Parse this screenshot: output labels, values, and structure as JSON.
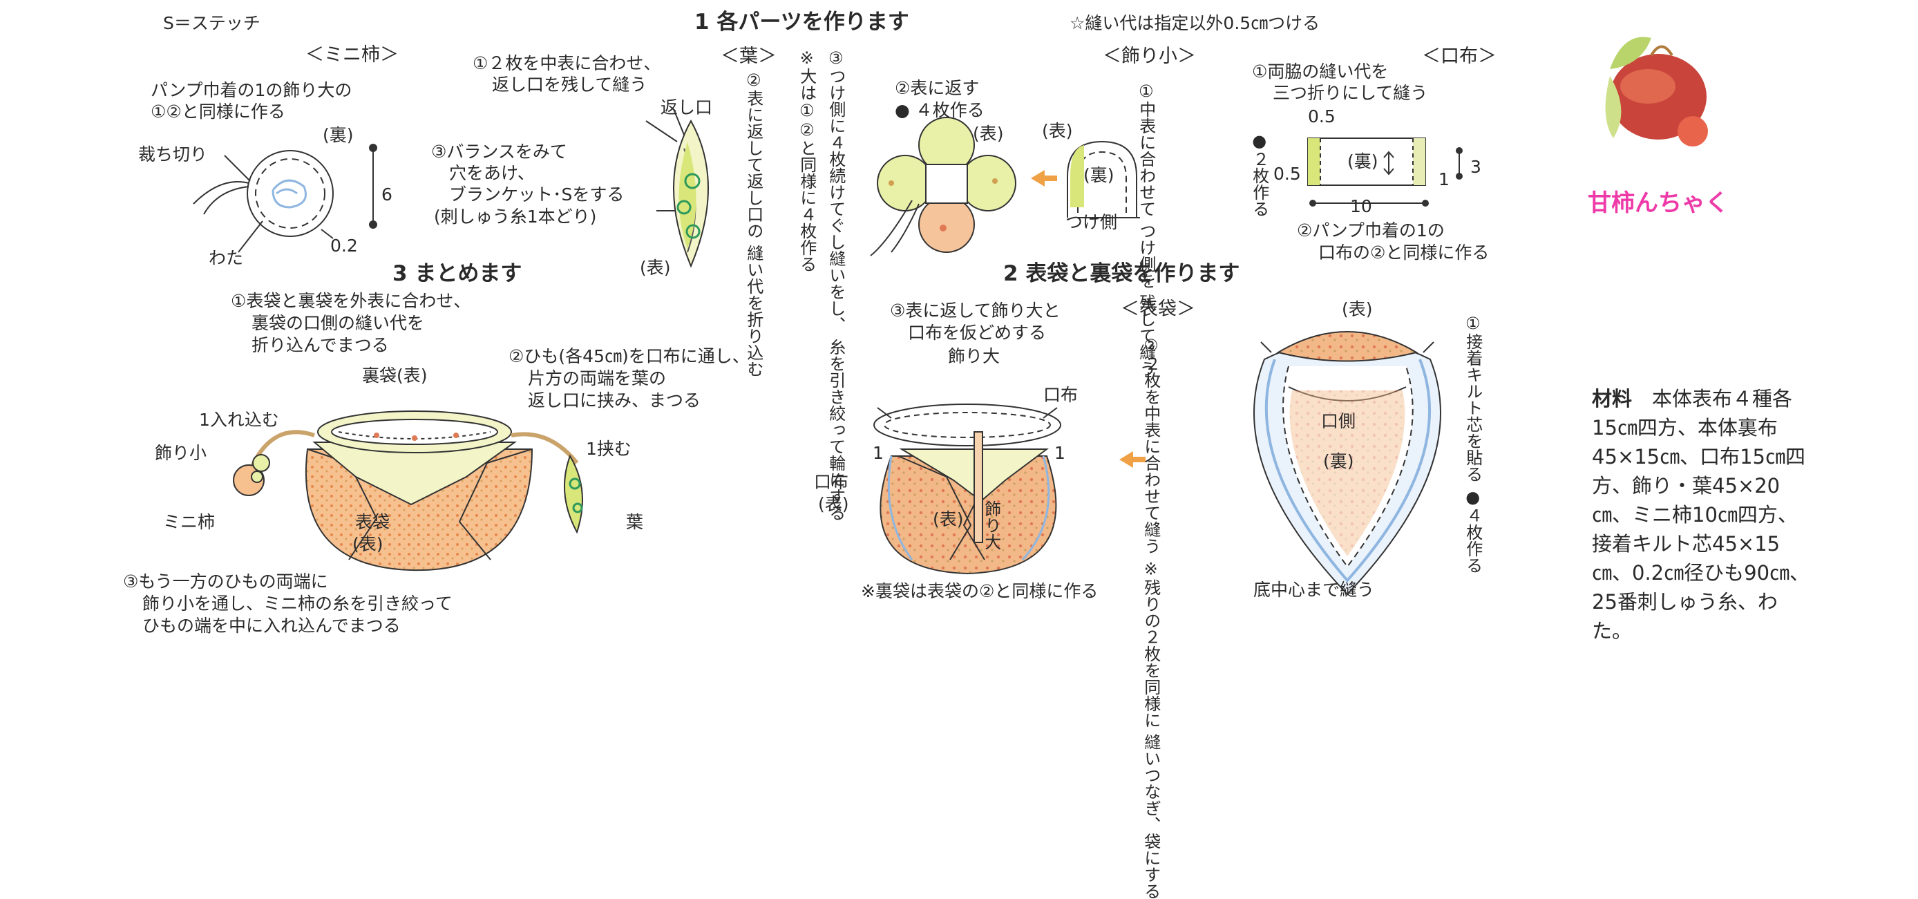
{
  "legend": {
    "stitch": "S＝ステッチ",
    "seam": "☆縫い代は指定以外0.5㎝つける"
  },
  "section1": {
    "title": "1 各パーツを作ります"
  },
  "minikaki": {
    "title": "＜ミニ柿＞",
    "note": [
      "パンプ巾着の1の飾り大の",
      "①②と同様に作る"
    ],
    "cut": "裁ち切り",
    "ura": "(裏)",
    "wata": "わた",
    "dim6": "6",
    "dim02": "0.2"
  },
  "ha": {
    "title": "＜葉＞",
    "step1": [
      "①２枚を中表に合わせ、",
      "返し口を残して縫う"
    ],
    "kaeshiguchi": "返し口",
    "step3": [
      "③バランスをみて",
      "穴をあけ、",
      "ブランケット･Sをする",
      "(刺しゅう糸1本どり)"
    ],
    "omote": "(表)",
    "step2_v": [
      "②表に返して返し口の",
      "縫い代を折り込む"
    ]
  },
  "decor_large": {
    "step3_v": [
      "③つけ側に４枚続けてぐし縫いをし、",
      "糸を引き絞って輪にする"
    ],
    "note_v": [
      "※大は①②と同様に４枚作る"
    ],
    "step2": [
      "②表に返す",
      "● ４枚作る"
    ],
    "omote": "(表)"
  },
  "decor_small": {
    "title": "＜飾り小＞",
    "step1_v": [
      "①中表に合わせて",
      "つけ側を",
      "残して縫う"
    ],
    "omote": "(表)",
    "ura": "(裏)",
    "tsukegawa": "つけ側"
  },
  "kuchinuno": {
    "title": "＜口布＞",
    "step1": [
      "①両脇の縫い代を",
      "三つ折りにして縫う"
    ],
    "made_v": "●２枚作る",
    "dim05a": "0.5",
    "dim05b": "0.5",
    "ura": "(裏)",
    "dim1": "1",
    "dim3": "3",
    "dim10": "10",
    "step2": [
      "②パンプ巾着の1の",
      "口布の②と同様に作る"
    ]
  },
  "product": {
    "title": "甘柿んちゃく"
  },
  "section3": {
    "title": "3 まとめます",
    "step1": [
      "①表袋と裏袋を外表に合わせ、",
      "裏袋の口側の縫い代を",
      "折り込んでまつる"
    ],
    "step2": [
      "②ひも(各45㎝)を口布に通し、",
      "片方の両端を葉の",
      "返し口に挟み、まつる"
    ],
    "urabukuro": "裏袋(表)",
    "ireko": "1入れ込む",
    "decor_small": "飾り小",
    "minikaki": "ミニ柿",
    "hasamu": "1挟む",
    "ha": "葉",
    "omotebukuro": [
      "表袋",
      "(表)"
    ],
    "step3": [
      "③もう一方のひもの両端に",
      "飾り小を通し、ミニ柿の糸を引き絞って",
      "ひもの端を中に入れ込んでまつる"
    ]
  },
  "section2": {
    "title": "2 表袋と裏袋を作ります",
    "omotebukuro_title": "＜表袋＞",
    "step3": [
      "③表に返して飾り大と",
      "口布を仮どめする"
    ],
    "decor_large": "飾り大",
    "kuchinuno": "口布",
    "one_a": "1",
    "one_b": "1",
    "kuchinuno_omote": [
      "口布",
      "(表)"
    ],
    "omote": "(表)",
    "decor_large_v": "飾り大",
    "note": "※裏袋は表袋の②と同様に作る",
    "step2_v": [
      "②２枚を中表に合わせて縫う",
      "※残りの２枚を同様に",
      "縫いつなぎ、袋にする"
    ],
    "omote2": "(表)",
    "kuchigawa": "口側",
    "ura": "(裏)",
    "bottom": "底中心まで縫う",
    "step1_v": [
      "①接着キルト芯を貼る",
      "●４枚作る"
    ]
  },
  "materials": {
    "label": "材料",
    "text": "本体表布４種各15㎝四方、本体裏布45×15㎝、口布15㎝四方、飾り・葉45×20㎝、ミニ柿10㎝四方、接着キルト芯45×15㎝、0.2㎝径ひも90㎝、25番刺しゅう糸、わた。"
  },
  "colors": {
    "accent": "#ee3aa8",
    "orange": "#f4b27c",
    "green": "#d8e67a",
    "blue": "#a9cbe8"
  }
}
